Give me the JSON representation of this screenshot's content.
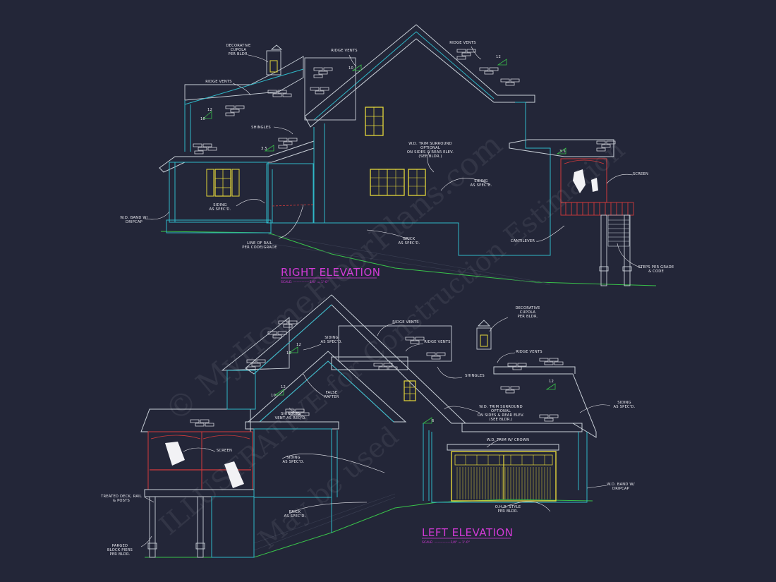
{
  "colors": {
    "background": "#232638",
    "wall": "#2fb8c8",
    "trim": "#c9d0d8",
    "window": "#e5d83a",
    "rail": "#d43b3b",
    "ground": "#39c24a",
    "title": "#d23ad6",
    "brick": "#d6d8de",
    "leader": "#e8e8ee",
    "watermark": "#ffffff"
  },
  "watermark": {
    "line1": "© MyHomeFloorPlans.com",
    "line2": "ILLUSTRATIVE for Construction Estimation",
    "line3": "May be used"
  },
  "right_elevation": {
    "title": "RIGHT ELEVATION",
    "scale": "SCALE: ––––––––––1/4\" = 1'-0\"",
    "notes": {
      "cupola": [
        "DECORATIVE",
        "CUPOLA",
        "PER BLDR."
      ],
      "ridge_vents_left": "RIDGE VENTS",
      "ridge_vents_mid": "RIDGE VENTS",
      "ridge_vents_right": "RIDGE VENTS",
      "shingles": "SHINGLES",
      "trim": [
        "W.D. TRIM SURROUND",
        "OPTIONAL",
        "ON SIDES & REAR ELEV.",
        "(SEE BLDR.)"
      ],
      "siding_left": [
        "SIDING",
        "AS SPEC'D."
      ],
      "siding_right": [
        "SIDING",
        "AS SPEC'D."
      ],
      "screen": "SCREEN",
      "band": [
        "W.D. BAND W/",
        "DRIPCAP"
      ],
      "rail": [
        "LINE OF RAIL",
        "PER CODE/GRADE"
      ],
      "brick": [
        "BRICK",
        "AS SPEC'D."
      ],
      "cantilever": "CANTILEVER",
      "steps": [
        "STEPS PER GRADE",
        "& CODE"
      ]
    },
    "pitch": {
      "a": "12",
      "b": "10",
      "c": "3.5",
      "d": "12",
      "e": "10",
      "f": "3.5"
    }
  },
  "left_elevation": {
    "title": "LEFT ELEVATION",
    "scale": "SCALE: ––––––––––1/4\" = 1'-0\"",
    "notes": {
      "ridge_vents_top": "RIDGE VENTS",
      "ridge_vents_mid": "RIDGE VENTS",
      "ridge_vents_right": "RIDGE VENTS",
      "cupola": [
        "DECORATIVE",
        "CUPOLA",
        "PER BLDR."
      ],
      "siding_top": [
        "SIDING",
        "AS SPEC'D."
      ],
      "false_rafter": [
        "FALSE",
        "RAFTER"
      ],
      "shingles_vent": [
        "SHINGLES",
        "VENT AS REQ'D."
      ],
      "shingles": "SHINGLES",
      "trim": [
        "W.D. TRIM SURROUND",
        "OPTIONAL",
        "ON SIDES & REAR ELEV.",
        "(SEE BLDR.)"
      ],
      "siding_right": [
        "SIDING",
        "AS SPEC'D."
      ],
      "screen": "SCREEN",
      "siding_mid": [
        "SIDING",
        "AS SPEC'D."
      ],
      "crown": "W.D. TRIM W/ CROWN",
      "deck": [
        "TREATED DECK, RAIL",
        "& POSTS"
      ],
      "brick": [
        "BRICK",
        "AS SPEC'D."
      ],
      "garage": [
        "O.H.D. STYLE",
        "PER BLDR."
      ],
      "band": [
        "W.D. BAND W/",
        "DRIPCAP"
      ],
      "piers": [
        "PARGED",
        "BLOCK PIERS",
        "PER BLDR."
      ]
    },
    "pitch": {
      "a": "12",
      "b": "10",
      "c": "12",
      "d": "10",
      "e": "12",
      "f": "6"
    }
  }
}
